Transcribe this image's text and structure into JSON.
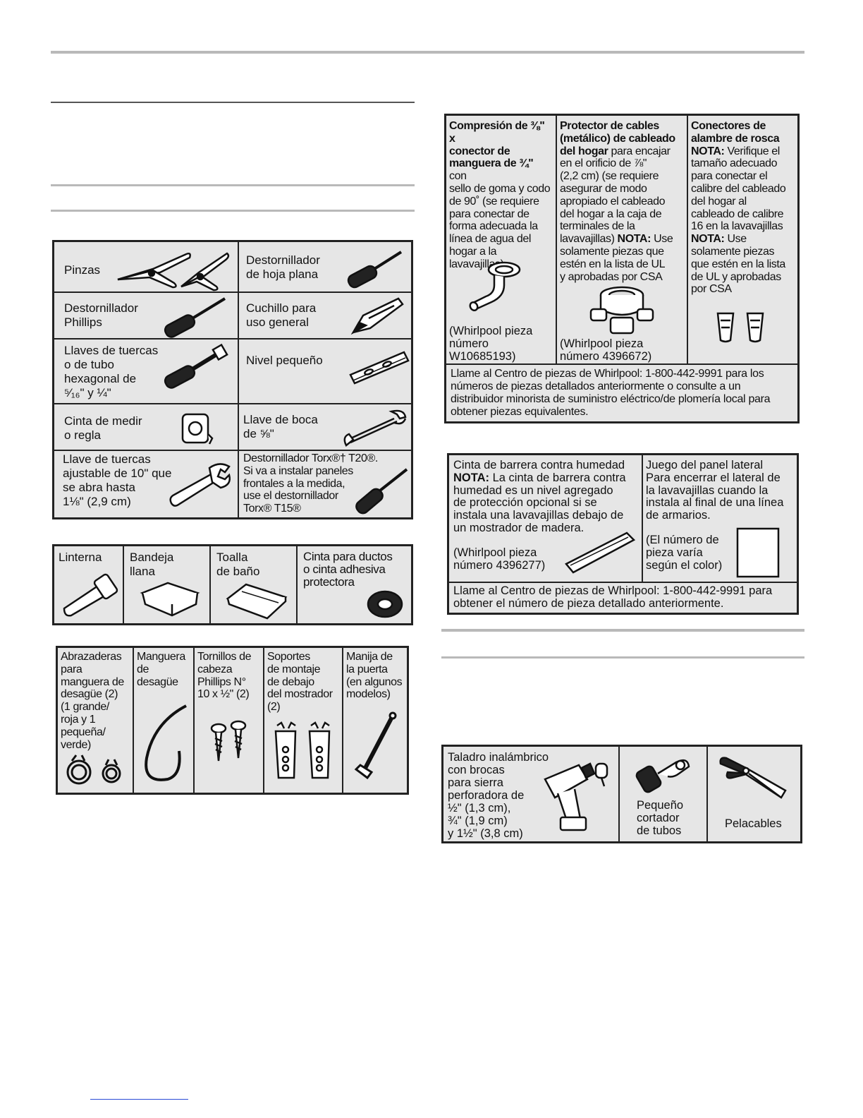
{
  "tools_table": [
    {
      "label": "Pinzas",
      "icon": "pliers-icon"
    },
    {
      "label": "Destornillador\nde hoja plana",
      "icon": "flat-screwdriver-icon"
    },
    {
      "label": "Destornillador\nPhillips",
      "icon": "phillips-screwdriver-icon"
    },
    {
      "label": "Cuchillo para\nuso general",
      "icon": "utility-knife-icon"
    },
    {
      "label": "Llaves de tuercas\no de tubo\nhexagonal de\n⁵⁄₁₆\" y ¼\"",
      "icon": "nut-driver-icon"
    },
    {
      "label": "Nivel pequeño",
      "icon": "level-icon"
    },
    {
      "label": "Cinta de medir\no regla",
      "icon": "tape-measure-icon"
    },
    {
      "label": "Llave de boca\nde ⅝\"",
      "icon": "open-end-wrench-icon"
    },
    {
      "label": "Llave de tuercas\najustable de 10\" que\nse abra hasta\n1⅛\" (2,9 cm)",
      "icon": "adjustable-wrench-icon"
    },
    {
      "label": "Destornillador Torx®† T20®.\nSi va a instalar paneles\nfrontales a la medida,\nuse el destornillador\nTorx® T15®",
      "icon": "torx-screwdriver-icon"
    }
  ],
  "supplies_table": [
    {
      "label": "Linterna",
      "icon": "flashlight-icon"
    },
    {
      "label": "Bandeja\nllana",
      "icon": "flat-pan-icon"
    },
    {
      "label": "Toalla\nde baño",
      "icon": "towel-icon"
    },
    {
      "label": "Cinta para ductos\no cinta adhesiva\nprotectora",
      "icon": "duct-tape-icon"
    }
  ],
  "parts_table": [
    {
      "label": "Abrazaderas\npara\nmanguera de\ndesagüe (2)\n(1 grande/\nroja y 1\npequeña/\nverde)",
      "icon": "hose-clamp-icon"
    },
    {
      "label": "Manguera\nde\ndesagüe",
      "icon": "drain-hose-icon"
    },
    {
      "label": "Tornillos de\ncabeza\nPhillips N°\n10 x ½\" (2)",
      "icon": "screws-icon"
    },
    {
      "label": "Soportes\nde montaje\nde debajo\ndel mostrador\n(2)",
      "icon": "mounting-brackets-icon"
    },
    {
      "label": "Manija de\nla puerta\n(en algunos\nmodelos)",
      "icon": "door-handle-icon"
    }
  ],
  "connector_table": {
    "cols": [
      {
        "title": "Compresión de ⅜\" x\nconector de\nmanguera de ¾\"",
        "body": " con\nsello de goma y codo\nde 90˚ (se requiere\npara conectar de\nforma adecuada la\nlínea de agua del\nhogar a la\nlavavajillas)",
        "part": "(Whirlpool pieza\nnúmero\nW10685193)",
        "icon": "elbow-fitting-icon"
      },
      {
        "title": "Protector de cables\n(metálico) de cableado\ndel hogar",
        "body": " para encajar\nen el orificio de ⅞\"\n(2,2 cm) (se requiere\nasegurar de modo\napropiado el cableado\ndel hogar a la caja de\nterminales de la\nlavavajillas) ",
        "note_label": "NOTA:",
        "note": " Use\nsolamente piezas que\nestén en la lista de UL\ny aprobadas por CSA",
        "part": "(Whirlpool pieza\nnúmero 4396672)",
        "icon": "strain-relief-icon"
      },
      {
        "title": "Conectores de\nalambre de rosca",
        "note1_label": "NOTA:",
        "note1": " Verifique el\ntamaño adecuado\npara conectar el\ncalibre del cableado\ndel hogar al\ncableado de calibre\n16 en la lavavajillas",
        "note2_label": "NOTA:",
        "note2": " Use\nsolamente piezas\nque estén en la lista\nde UL y aprobadas\npor CSA",
        "icon": "wire-nuts-icon"
      }
    ],
    "footer": "Llame al Centro de piezas de Whirlpool: 1-800-442-9991 para los\nnúmeros de piezas detallados anteriormente o consulte a un\ndistribuidor minorista de suministro eléctrico/de plomería local\npara obtener piezas equivalentes."
  },
  "barrier_table": {
    "left_title": "Cinta de barrera contra humedad",
    "left_note_label": "NOTA:",
    "left_note": " La cinta de barrera contra\nhumedad es un nivel agregado\nde protección opcional si se\ninstala una lavavajillas debajo de\nun mostrador de madera.",
    "left_part": "(Whirlpool pieza\nnúmero 4396277)",
    "right_title": "Juego del panel lateral",
    "right_body": "Para encerrar el lateral de\nla lavavajillas cuando la\ninstala al final de una línea\nde armarios.",
    "right_part": "(El número de\npieza varía\nsegún el color)",
    "footer": "Llame al Centro de piezas de Whirlpool: 1-800-442-9991\npara obtener el número de pieza detallado anteriormente."
  },
  "optional_tools": [
    {
      "label": "Taladro inalámbrico\ncon brocas\npara sierra\nperforadora de\n½\" (1,3 cm),\n¾\" (1,9 cm)\ny 1½\" (3,8 cm)",
      "icon": "cordless-drill-icon"
    },
    {
      "label": "Pequeño\ncortador\nde tubos",
      "icon": "tube-cutter-icon"
    },
    {
      "label": "Pelacables",
      "icon": "wire-stripper-icon"
    }
  ]
}
